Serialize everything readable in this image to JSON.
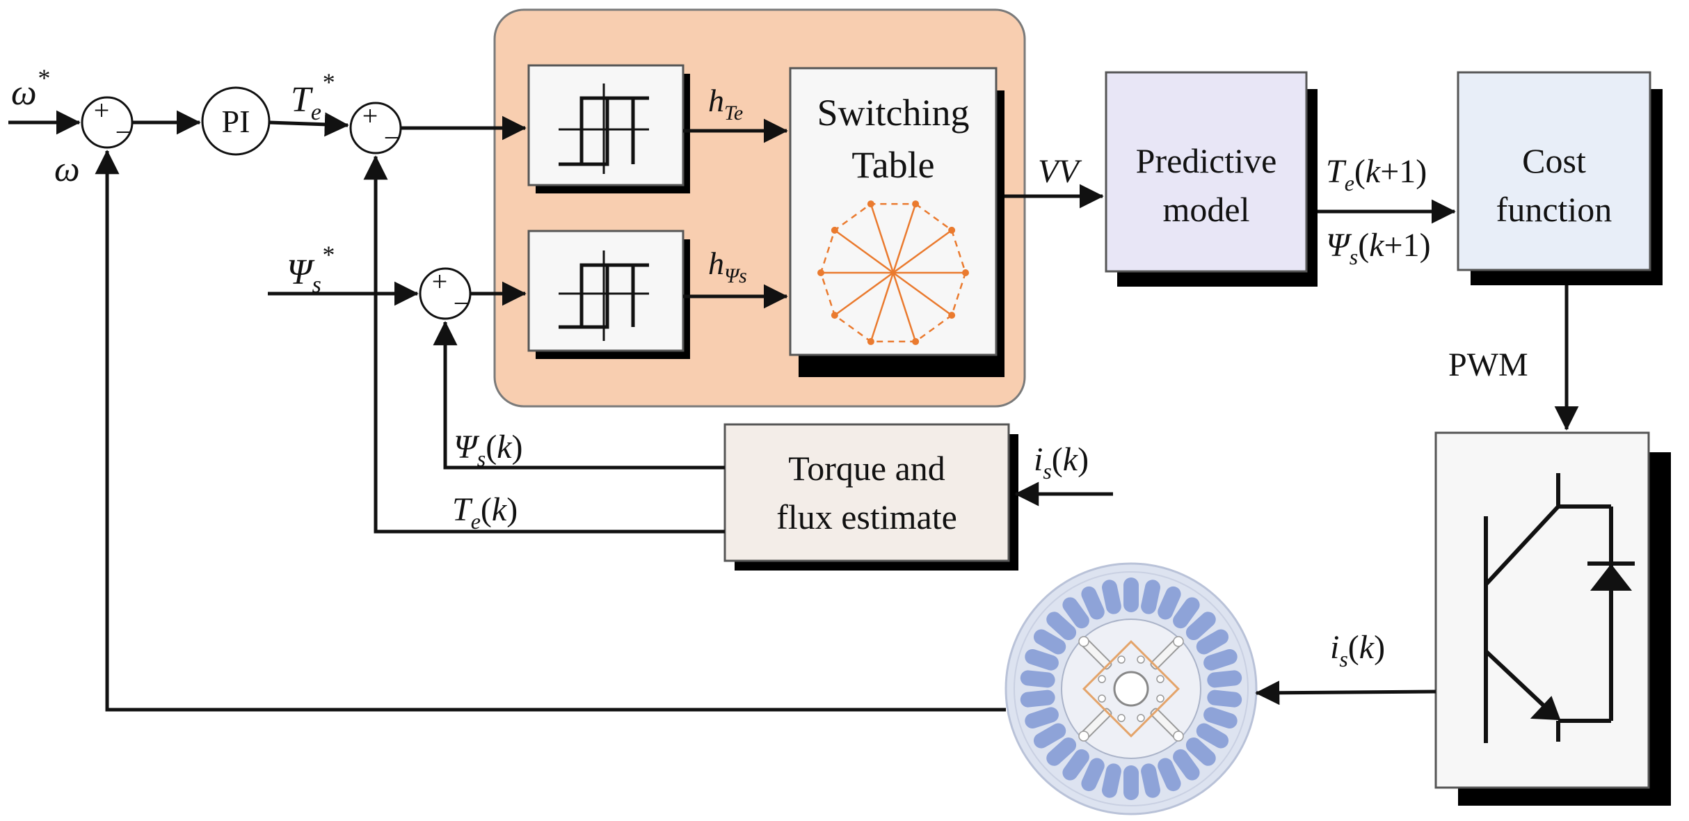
{
  "diagram": {
    "inputs": {
      "speed_ref": {
        "sym": "ω",
        "sup": "*"
      },
      "speed_fb": {
        "sym": "ω"
      },
      "torque_ref": {
        "sym": "T",
        "sub": "e",
        "sup": "*"
      },
      "flux_ref": {
        "sym": "Ψ",
        "sub": "s",
        "sup": "*"
      }
    },
    "summing_signs": {
      "plus": "+",
      "minus": "_"
    },
    "pi_block": "PI",
    "hysteresis_outputs": {
      "torque": {
        "sym": "h",
        "sub": "Te"
      },
      "flux": {
        "sym": "h",
        "sub": "Ψs"
      }
    },
    "switching_table": {
      "line1": "Switching",
      "line2": "Table"
    },
    "vv_label": "VV",
    "predictive_model": {
      "line1": "Predictive",
      "line2": "model"
    },
    "predictions": {
      "torque": {
        "sym": "T",
        "sub": "e",
        "paren_open": "(",
        "k": "k",
        "rest": "+1)"
      },
      "flux": {
        "sym": "Ψ",
        "sub": "s",
        "paren_open": "(",
        "k": "k",
        "rest": "+1)"
      }
    },
    "cost_function": {
      "line1": "Cost",
      "line2": "function"
    },
    "pwm_label": "PWM",
    "estimator": {
      "line1": "Torque and",
      "line2": "flux estimate"
    },
    "estimator_input": {
      "sym": "i",
      "sub": "s",
      "paren_open": "(",
      "k": "k",
      "rest": ")"
    },
    "flux_feedback": {
      "sym": "Ψ",
      "sub": "s",
      "paren_open": "(",
      "k": "k",
      "rest": ")"
    },
    "torque_feedback": {
      "sym": "T",
      "sub": "e",
      "paren_open": "(",
      "k": "k",
      "rest": ")"
    },
    "motor_current": {
      "sym": "i",
      "sub": "s",
      "paren_open": "(",
      "k": "k",
      "rest": ")"
    }
  },
  "colors": {
    "hysteresis_group_fill": "#f8ceb0",
    "predictive_fill": "#e8e6f6",
    "cost_fill": "#e8eef8",
    "estimator_fill": "#f3ede8",
    "vector_orange": "#ea7a2e",
    "motor_disc": "#dde3f0",
    "stator_slots": "#8ea3d8"
  },
  "icons": [
    "hysteresis-icon",
    "voltage-vector-icon",
    "igbt-diode-icon",
    "motor-cross-section-icon"
  ]
}
